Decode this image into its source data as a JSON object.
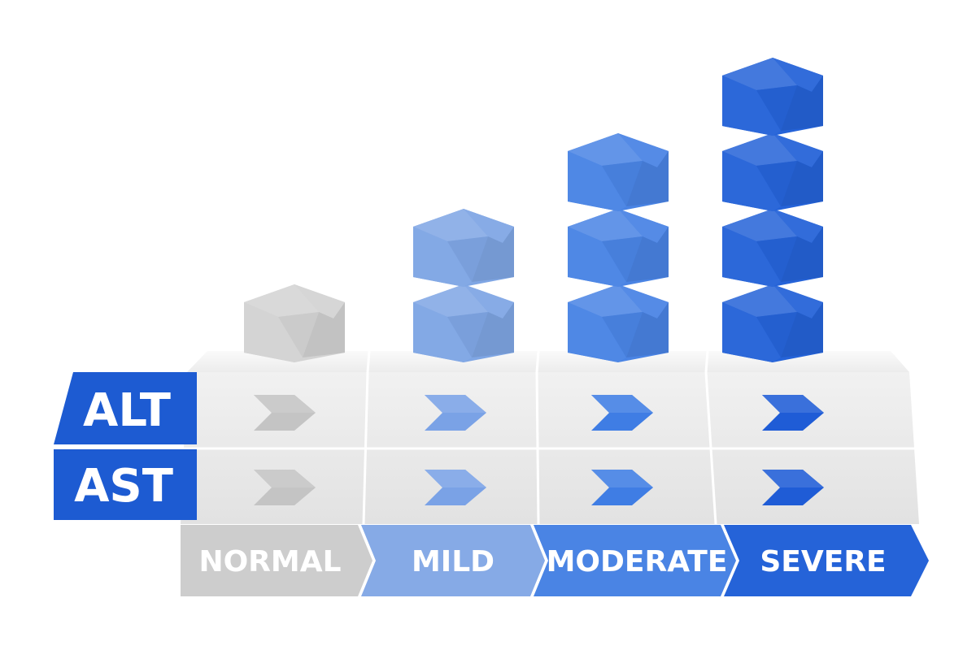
{
  "rows": [
    {
      "id": "alt",
      "label": "ALT"
    },
    {
      "id": "ast",
      "label": "AST"
    }
  ],
  "levels": [
    {
      "id": "normal",
      "label": "NORMAL",
      "blocks": 1,
      "color": "#d3d3d3",
      "chevron_color": "#c4c4c4"
    },
    {
      "id": "mild",
      "label": "MILD",
      "blocks": 2,
      "color": "#7fa6e4",
      "chevron_color": "#7aa2e6"
    },
    {
      "id": "moderate",
      "label": "MODERATE",
      "blocks": 3,
      "color": "#4a84e4",
      "chevron_color": "#3f7de4"
    },
    {
      "id": "severe",
      "label": "SEVERE",
      "blocks": 4,
      "color": "#2563d8",
      "chevron_color": "#1f5cd6"
    }
  ],
  "colors": {
    "row_label_bg": "#1d5bd2",
    "label_text": "#ffffff",
    "platform_top": "#f4f4f4",
    "platform_front": "#ececec",
    "platform_line": "#ffffff"
  }
}
